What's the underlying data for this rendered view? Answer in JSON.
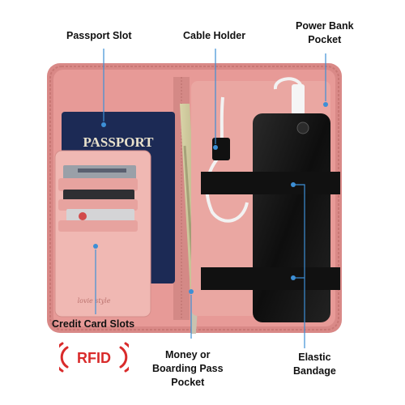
{
  "labels": {
    "passport_slot": "Passport Slot",
    "cable_holder": "Cable Holder",
    "power_bank_line1": "Power Bank",
    "power_bank_line2": "Pocket",
    "credit_card_slots": "Credit Card Slots",
    "money_line1": "Money or",
    "money_line2": "Boarding Pass",
    "money_line3": "Pocket",
    "elastic_line1": "Elastic",
    "elastic_line2": "Bandage"
  },
  "printed": {
    "passport": "PASSPORT",
    "brand": "lovie style",
    "rfid": "RFID"
  },
  "colors": {
    "organizer_pink": "#e79a97",
    "pink_light": "#f0b8b3",
    "passport_navy": "#1c2a55",
    "elastic_black": "#111111",
    "phone_black": "#161616",
    "callout_blue": "#3d8fd6",
    "rfid_red": "#d92b2b"
  },
  "icons": [
    "callout-dot-icon",
    "rfid-signal-icon"
  ]
}
